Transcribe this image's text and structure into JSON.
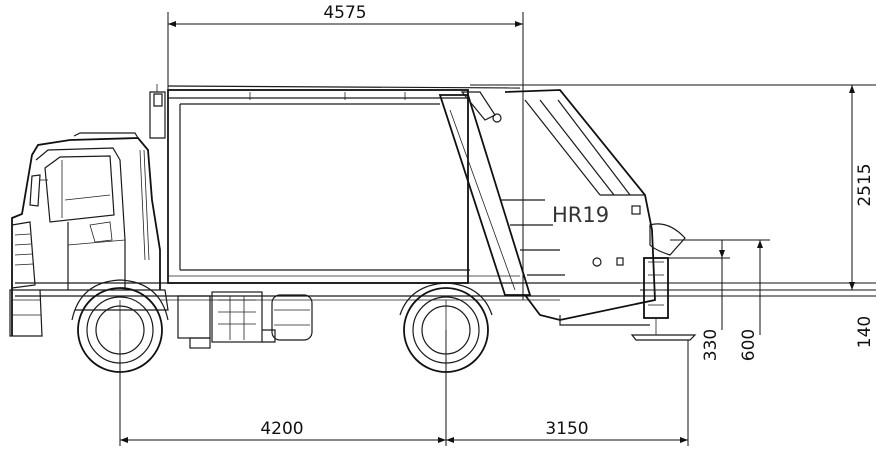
{
  "model_label": "HR19",
  "dimensions": {
    "overall_body_length": "4575",
    "body_height": "2515",
    "wheelbase": "4200",
    "rear_overhang": "3150",
    "step_height": "330",
    "bin_lift_height": "600",
    "frame_height": "140"
  }
}
